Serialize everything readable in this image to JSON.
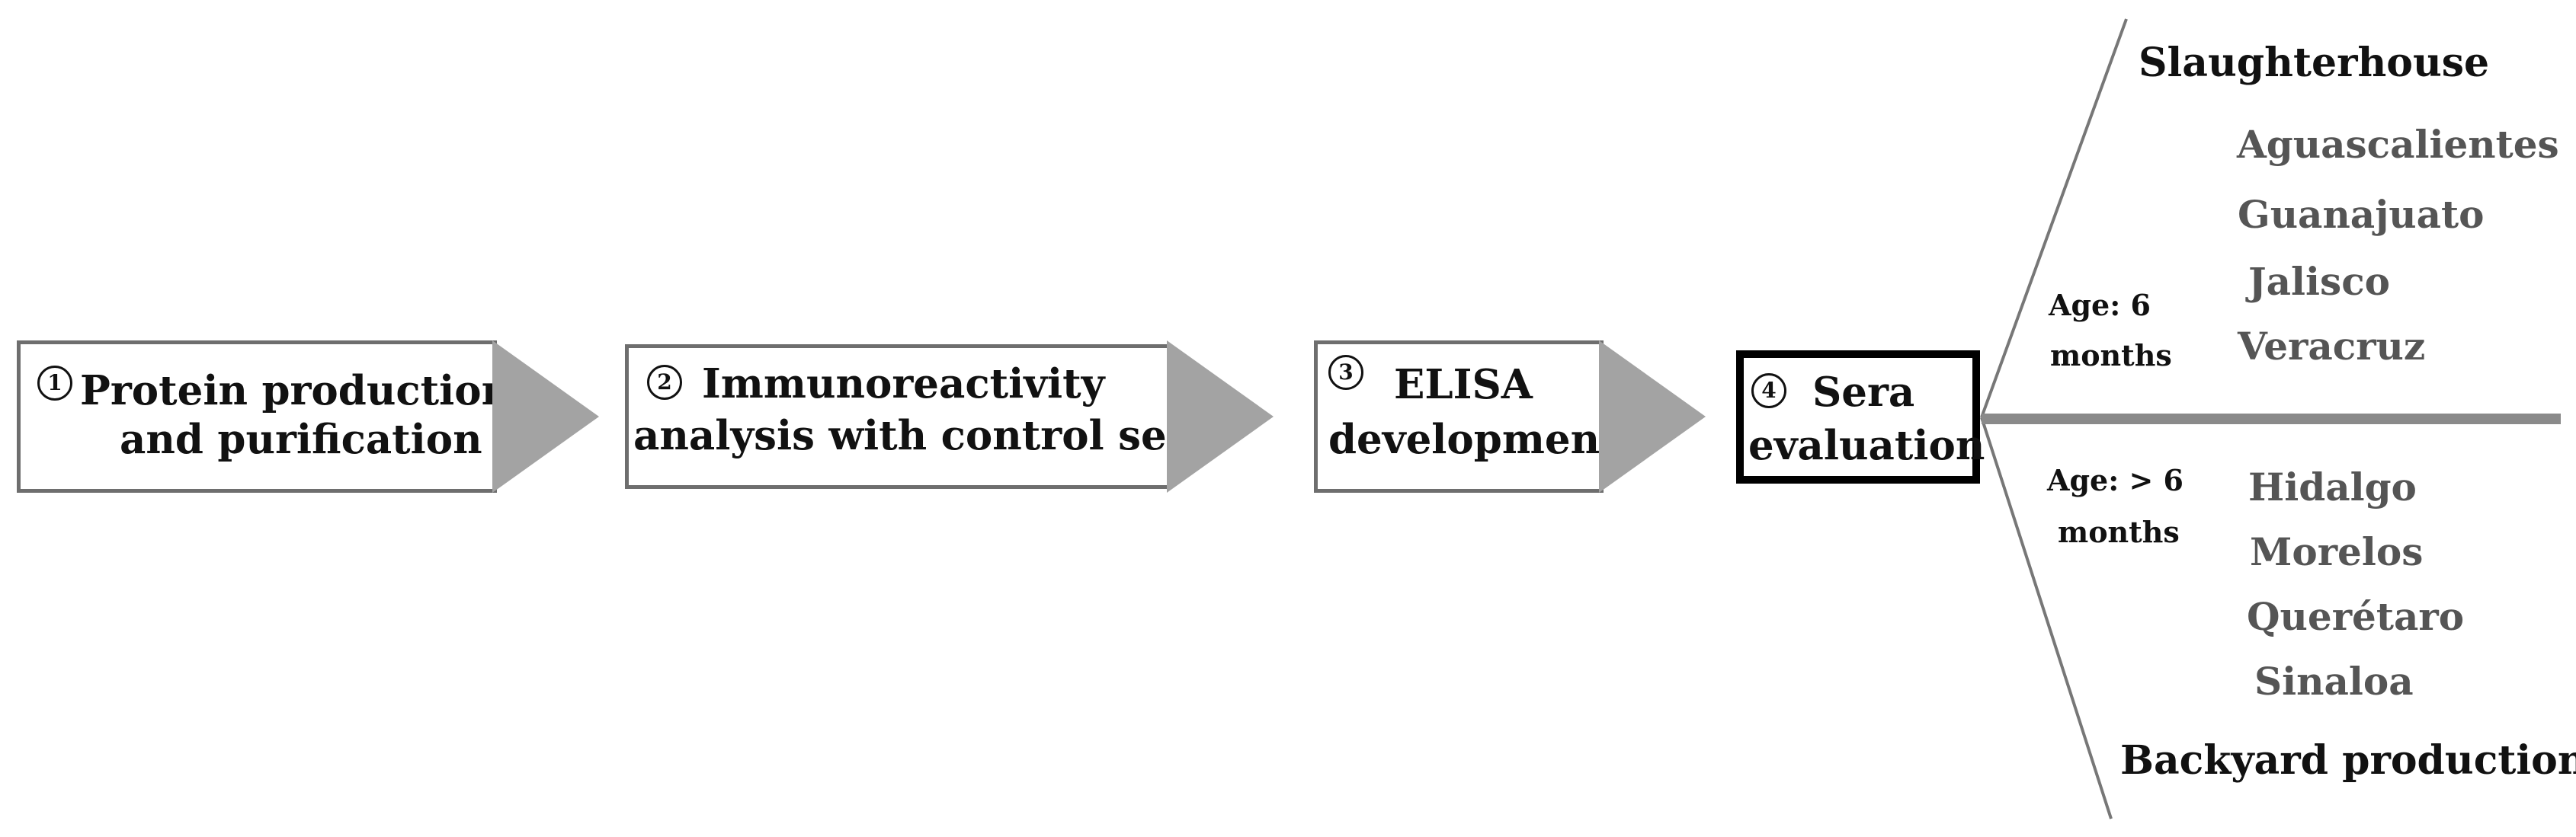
{
  "steps": [
    {
      "number": "1",
      "line1": "Protein production",
      "line2": "and purification"
    },
    {
      "number": "2",
      "line1": "Immunoreactivity",
      "line2": "analysis with control sera"
    },
    {
      "number": "3",
      "line1": "ELISA",
      "line2": "development"
    },
    {
      "number": "4",
      "line1": "Sera",
      "line2": "evaluation"
    }
  ],
  "branches": {
    "top": {
      "title": "Slaughterhouse",
      "age_line1": "Age: 6",
      "age_line2": "months",
      "regions": [
        "Aguascalientes",
        "Guanajuato",
        "Jalisco",
        "Veracruz"
      ]
    },
    "bottom": {
      "title": "Backyard production",
      "age_line1": "Age: > 6",
      "age_line2": "months",
      "regions": [
        "Hidalgo",
        "Morelos",
        "Querétaro",
        "Sinaloa"
      ]
    }
  },
  "colors": {
    "arrow_fill": "#a3a3a3",
    "box_border": "#6e6e6e",
    "final_border": "#000000",
    "region_text": "#555555",
    "divider": "#8a8a8a"
  }
}
